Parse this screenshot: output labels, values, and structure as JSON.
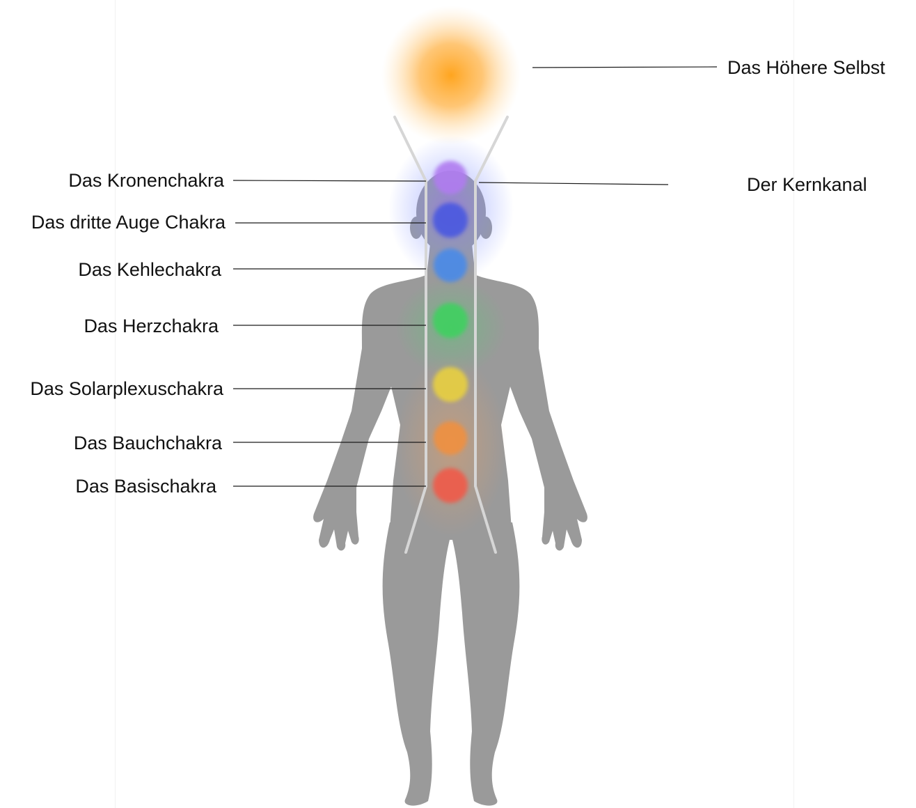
{
  "labels": {
    "higher_self": "Das Höhere Selbst",
    "core_channel": "Der Kernkanal",
    "crown": "Das Kronenchakra",
    "third_eye": "Das dritte Auge Chakra",
    "throat": "Das Kehlechakra",
    "heart": "Das Herzchakra",
    "solar_plexus": "Das Solarplexuschakra",
    "sacral": "Das Bauchchakra",
    "root": "Das Basischakra"
  },
  "colors": {
    "body": "#9a9a9a",
    "channel": "#d6d6d6",
    "higher_self": "#ffa51f",
    "crown": "#b07cf0",
    "third_eye": "#4a58e0",
    "throat": "#4a8ae8",
    "heart": "#40d060",
    "solar_plexus": "#e8d040",
    "sacral": "#f09040",
    "root": "#f05a48"
  }
}
